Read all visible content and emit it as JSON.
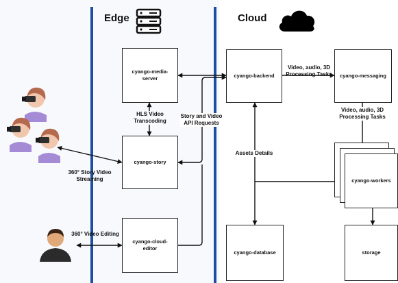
{
  "zones": {
    "edge": "Edge",
    "cloud": "Cloud"
  },
  "components": {
    "media_server": "cyango-media-server",
    "story": "cyango-story",
    "cloud_editor": "cyango-cloud-editor",
    "backend": "cyango-backend",
    "messaging": "cyango-messaging",
    "workers": "cyango-workers",
    "database": "cyango-database",
    "storage": "storage"
  },
  "labels": {
    "hls": "HLS Video Transcoding",
    "story_api": "Story and Video API Requests",
    "processing_top": "Video, audio, 3D Processing Tasks",
    "processing_right": "Video, audio, 3D Processing Tasks",
    "assets": "Assets Details",
    "streaming": "360° Story Video Streaming",
    "editing": "360° Video Editing"
  },
  "icons": [
    "server-icon",
    "cloud-icon",
    "vr-users-icon",
    "user-icon"
  ],
  "colors": {
    "divider": "#1d4fa1",
    "vr_shirt": "#a58ad6",
    "skin": "#f0c7ad",
    "hair": "#b66a4d"
  }
}
